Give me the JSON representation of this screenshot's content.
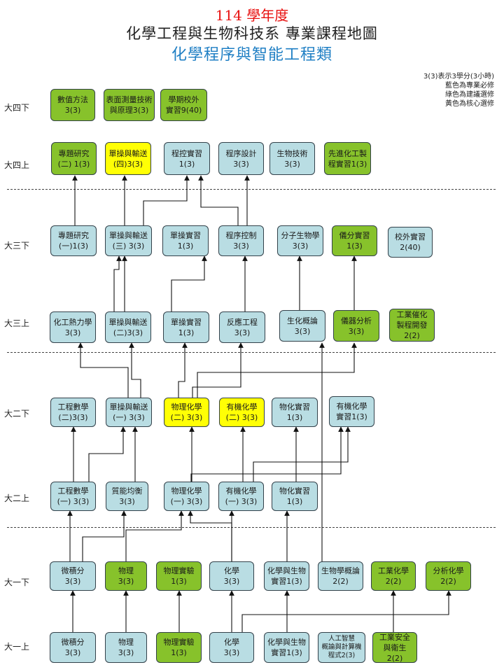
{
  "header": {
    "year_title": "114 學年度",
    "dept_title": "化學工程與生物科技系  專業課程地圖",
    "track_title": "化學程序與智能工程類"
  },
  "legend": {
    "line1": "3(3)表示3學分(3小時)",
    "line2": "藍色為專業必修",
    "line3": "綠色為建議選修",
    "line4": "黃色為核心選修"
  },
  "colors": {
    "required_blue": "#b9dde3",
    "elective_green": "#87c22b",
    "core_yellow": "#ffff05",
    "year_red": "#e8100f",
    "track_blue": "#1f7fc4"
  },
  "levels": {
    "y4b": "大四下",
    "y4a": "大四上",
    "y3b": "大三下",
    "y3a": "大三上",
    "y2b": "大二下",
    "y2a": "大二上",
    "y1b": "大一下",
    "y1a": "大一上"
  },
  "courses": {
    "y4b": [
      {
        "l1": "數值方法",
        "l2": "3(3)"
      },
      {
        "l1": "表面測量技術",
        "l2": "與原理3(3)"
      },
      {
        "l1": "學期校外",
        "l2": "實習9(40)"
      }
    ],
    "y4a": [
      {
        "l1": "專題研究",
        "l2": "(二) 1(3)"
      },
      {
        "l1": "單操與輸送",
        "l2": "(四)3(3)"
      },
      {
        "l1": "程控實習",
        "l2": "1(3)"
      },
      {
        "l1": "程序設計",
        "l2": "3(3)"
      },
      {
        "l1": "生物技術",
        "l2": "3(3)"
      },
      {
        "l1": "先進化工製",
        "l2": "程實習1(3)"
      }
    ],
    "y3b": [
      {
        "l1": "專題研究",
        "l2": "(一)1(3)"
      },
      {
        "l1": "單操與輸送",
        "l2": "(三) 3(3)"
      },
      {
        "l1": "單操實習",
        "l2": "1(3)"
      },
      {
        "l1": "程序控制",
        "l2": "3(3)"
      },
      {
        "l1": "分子生物學",
        "l2": "3(3)"
      },
      {
        "l1": "儀分實習",
        "l2": "1(3)"
      },
      {
        "l1": "校外實習",
        "l2": "2(40)"
      }
    ],
    "y3a": [
      {
        "l1": "化工熱力學",
        "l2": "3(3)"
      },
      {
        "l1": "單操與輸送",
        "l2": "(二)3(3)"
      },
      {
        "l1": "單操實習",
        "l2": "1(3)"
      },
      {
        "l1": "反應工程",
        "l2": "3(3)"
      },
      {
        "l1": "生化概論",
        "l2": "3(3)"
      },
      {
        "l1": "儀器分析",
        "l2": "3(3)"
      },
      {
        "l1": "工業催化",
        "l2": "製程開發",
        "l3": "2(2)"
      }
    ],
    "y2b": [
      {
        "l1": "工程數學",
        "l2": "(二)3(3)"
      },
      {
        "l1": "單操與輸送",
        "l2": "(一) 3(3)"
      },
      {
        "l1": "物理化學",
        "l2": "(二) 3(3)"
      },
      {
        "l1": "有機化學",
        "l2": "(二) 3(3)"
      },
      {
        "l1": "物化實習",
        "l2": "1(3)"
      },
      {
        "l1": "有機化學",
        "l2": "實習1(3)"
      }
    ],
    "y2a": [
      {
        "l1": "工程數學",
        "l2": "(一) 3(3)"
      },
      {
        "l1": "質能均衡",
        "l2": "3(3)"
      },
      {
        "l1": "物理化學",
        "l2": "(一) 3(3)"
      },
      {
        "l1": "有機化學",
        "l2": "(一) 3(3)"
      },
      {
        "l1": "物化實習",
        "l2": "1(3)"
      }
    ],
    "y1b": [
      {
        "l1": "微積分",
        "l2": "3(3)"
      },
      {
        "l1": "物理",
        "l2": "3(3)"
      },
      {
        "l1": "物理實驗",
        "l2": "1(3)"
      },
      {
        "l1": "化學",
        "l2": "3(3)"
      },
      {
        "l1": "化學與生物",
        "l2": "實習1(3)"
      },
      {
        "l1": "生物學概論",
        "l2": "2(2)"
      },
      {
        "l1": "工業化學",
        "l2": "2(2)"
      },
      {
        "l1": "分析化學",
        "l2": "2(2)"
      }
    ],
    "y1a": [
      {
        "l1": "微積分",
        "l2": "3(3)"
      },
      {
        "l1": "物理",
        "l2": "3(3)"
      },
      {
        "l1": "物理實驗",
        "l2": "1(3)"
      },
      {
        "l1": "化學",
        "l2": "3(3)"
      },
      {
        "l1": "化學與生物",
        "l2": "實習1(3)"
      },
      {
        "l1": "人工智慧",
        "l2": "概論與計算機",
        "l3": "程式2(3)"
      },
      {
        "l1": "工業安全",
        "l2": "與衛生",
        "l3": "2(2)"
      }
    ]
  }
}
